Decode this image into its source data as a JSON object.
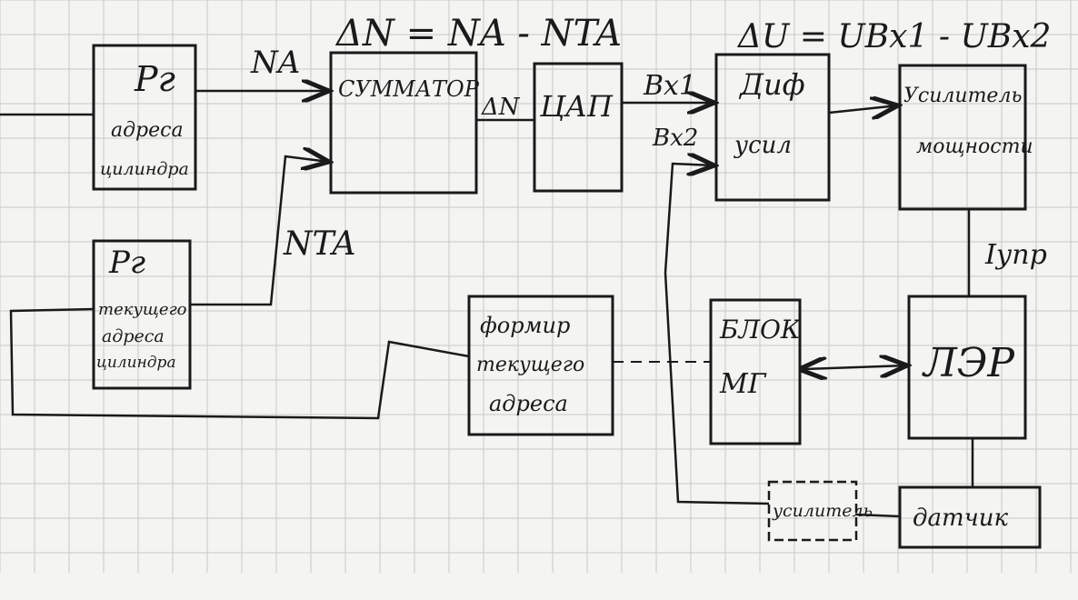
{
  "equations": {
    "delta_n": "ΔN = NA - NTA",
    "delta_u": "ΔU = UBx1 -   UBx2"
  },
  "blocks": {
    "reg_target": {
      "line1": "Рг",
      "line2": "адреса",
      "line3": "цилиндра"
    },
    "reg_current": {
      "line1": "Рг",
      "line2": "текущего",
      "line3": "адреса",
      "line4": "цилиндра"
    },
    "adder": {
      "line1": "СУММАТОР"
    },
    "dac": {
      "line1": "ЦАП"
    },
    "diff_amp": {
      "line1": "Диф",
      "line2": "усил"
    },
    "power_amp": {
      "line1": "Усилитель",
      "line2": "мощности"
    },
    "current_addr_former": {
      "line1": "формир",
      "line2": "текущего",
      "line3": "адреса"
    },
    "mg_block": {
      "line1": "БЛОК",
      "line2": "МГ"
    },
    "linear_motor": {
      "line1": "ЛЭР"
    },
    "sensor_amp": {
      "line1": "усилитель"
    },
    "sensor": {
      "line1": "датчик"
    }
  },
  "signals": {
    "na": "NA",
    "nta": "NTA",
    "delta_n": "ΔN",
    "bx1": "Bx1",
    "bx2": "Bx2",
    "i_ctrl": "Iупр"
  }
}
